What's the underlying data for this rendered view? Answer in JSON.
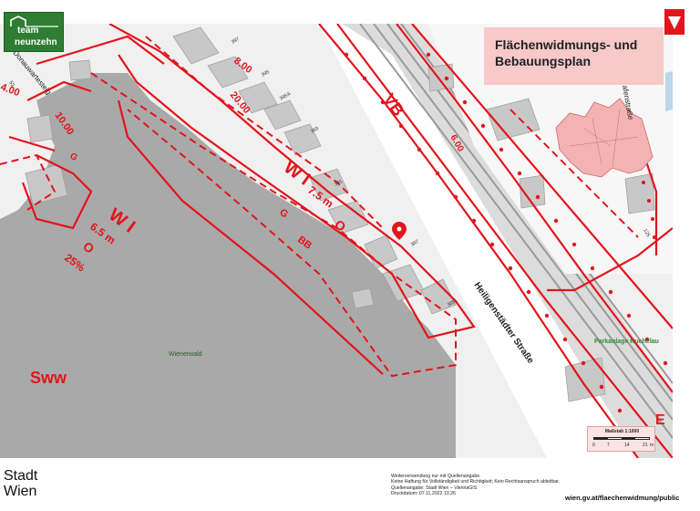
{
  "header": {
    "title_line1": "Flächenwidmungs- und",
    "title_line2": "Bebauungsplan",
    "logo_line1": "team",
    "logo_line2": "neunzehn"
  },
  "map": {
    "street_labels": {
      "heiligenstaedter": "Heiligenstädter Straße",
      "donauwartesteig": "Donauwartesteig",
      "kahlenberger": "afenstraße"
    },
    "area_labels": {
      "wienerwald": "Wienerwald",
      "parkanlage": "Parkanlage Kuchelau"
    },
    "zoning_labels": {
      "vb": "VB",
      "wi_main": "W I",
      "height_main": "7.5 m",
      "bauweise_main": "O",
      "g_bb": "G",
      "bb": "BB",
      "wi_left": "W I",
      "height_left": "6.5 m",
      "bauweise_left": "O",
      "percent_left": "25%",
      "sww": "Sww",
      "g_left": "G",
      "e": "E"
    },
    "dimensions": {
      "d8": "8.00",
      "d20": "20.00",
      "d10": "10.00",
      "d6": "6.00",
      "d4": "4.00"
    },
    "parcel_numbers": {
      "p1": "397",
      "p2": "395",
      "p3": "395A",
      "p4": "393",
      "p5": "391",
      "p6": "387",
      "p7": "385",
      "p8": "125",
      "p9": "53"
    },
    "accent_color": "#e3141b",
    "park_text_color": "#2e8b3a"
  },
  "scale": {
    "label": "Maßstab 1:1000",
    "ticks": [
      "0",
      "7",
      "14",
      "21"
    ],
    "unit": "m"
  },
  "footer": {
    "org_line1": "Stadt",
    "org_line2": "Wien",
    "notes": [
      "Weiterverwendung nur mit Quellenangabe.",
      "Keine Haftung für Vollständigkeit und Richtigkeit; Kein Rechtsanspruch ableitbar.",
      "Quellenangabe: Stadt Wien – ViennaGIS",
      "Druckdatum: 07.11.2022 13:26"
    ],
    "url": "wien.gv.at/flaechenwidmung/public"
  }
}
